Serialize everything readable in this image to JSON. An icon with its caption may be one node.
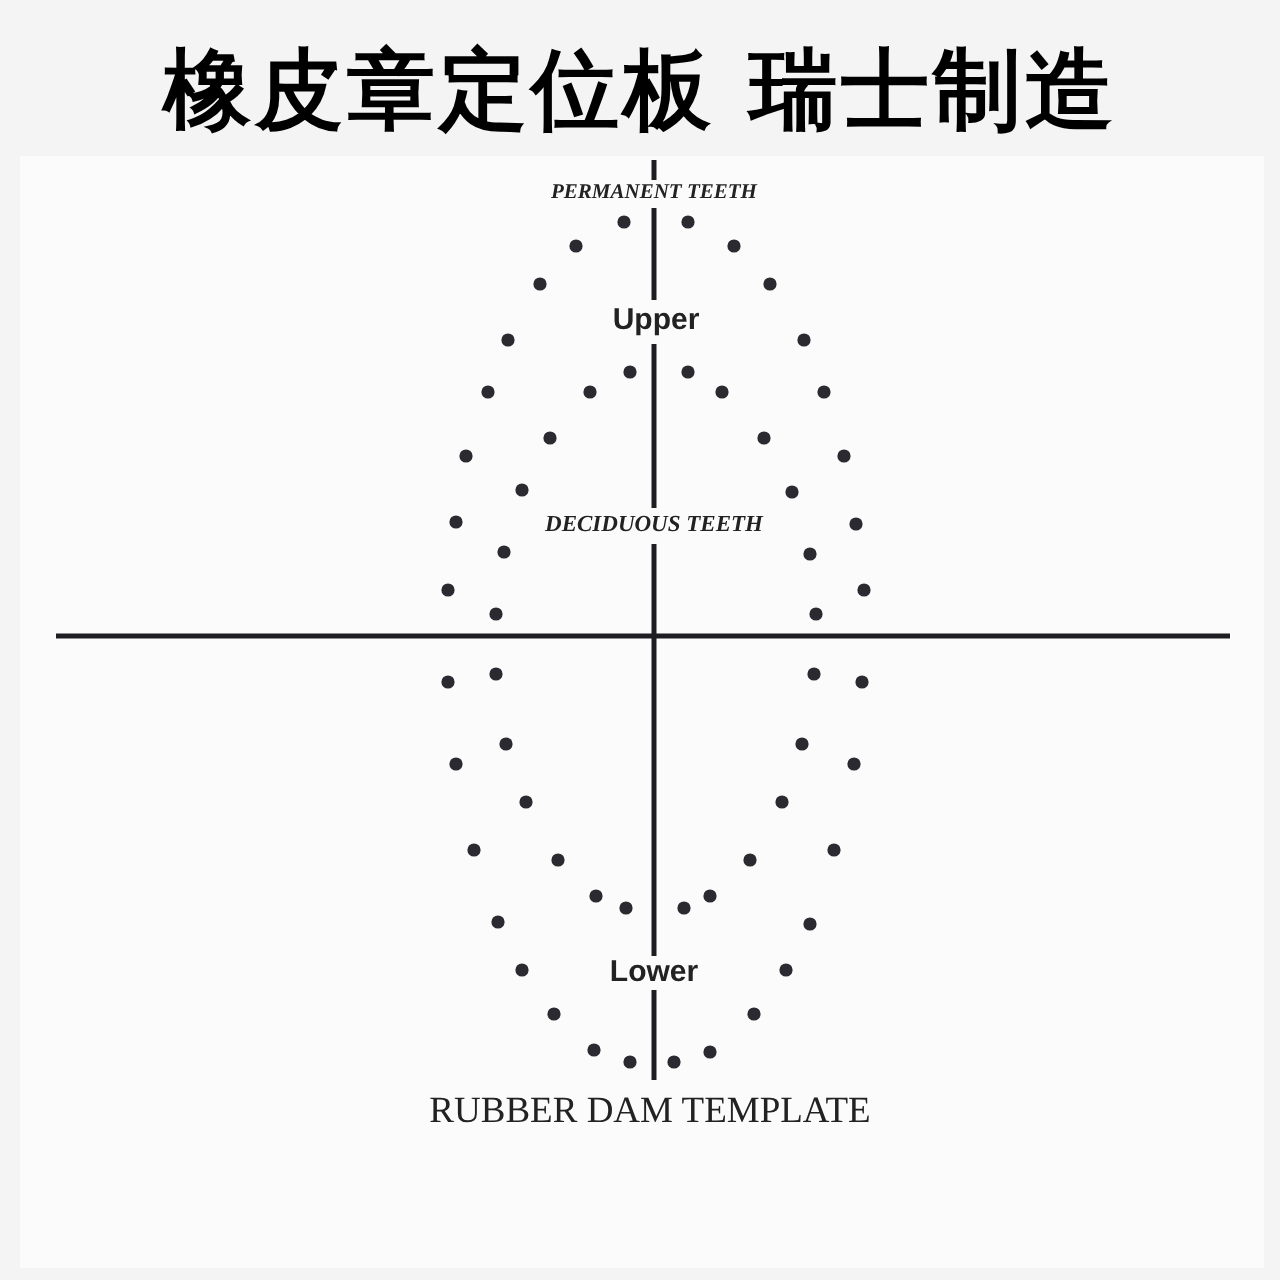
{
  "diagram": {
    "title": "橡皮章定位板 瑞士制造",
    "labels": [
      "PERMANENT TEETH",
      "Upper",
      "DECIDUOUS TEETH",
      "Lower",
      "RUBBER DAM TEMPLATE"
    ]
  }
}
